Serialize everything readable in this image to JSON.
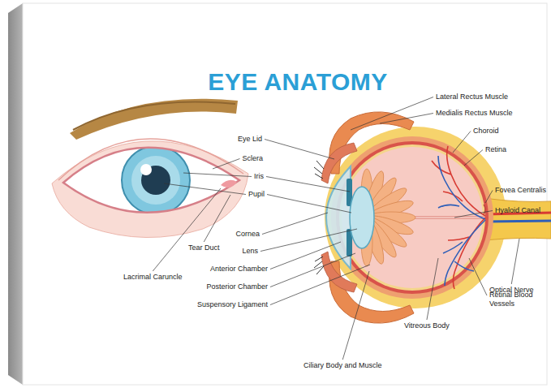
{
  "diagram": {
    "title": "EYE ANATOMY",
    "labels": [
      "Eye Lid",
      "Sclera",
      "Iris",
      "Pupil",
      "Tear Duct",
      "Lacrimal Caruncle",
      "Lateral Rectus Muscle",
      "Medialis Rectus Muscle",
      "Choroid",
      "Retina",
      "Fovea Centralis",
      "Hyaloid Canal",
      "Cornea",
      "Lens",
      "Anterior Chamber",
      "Posterior Chamber",
      "Suspensory Ligament",
      "Ciliary Body and Muscle",
      "Vitreous Body",
      "Optical Nerve",
      "Retinal Blood Vessels"
    ]
  }
}
